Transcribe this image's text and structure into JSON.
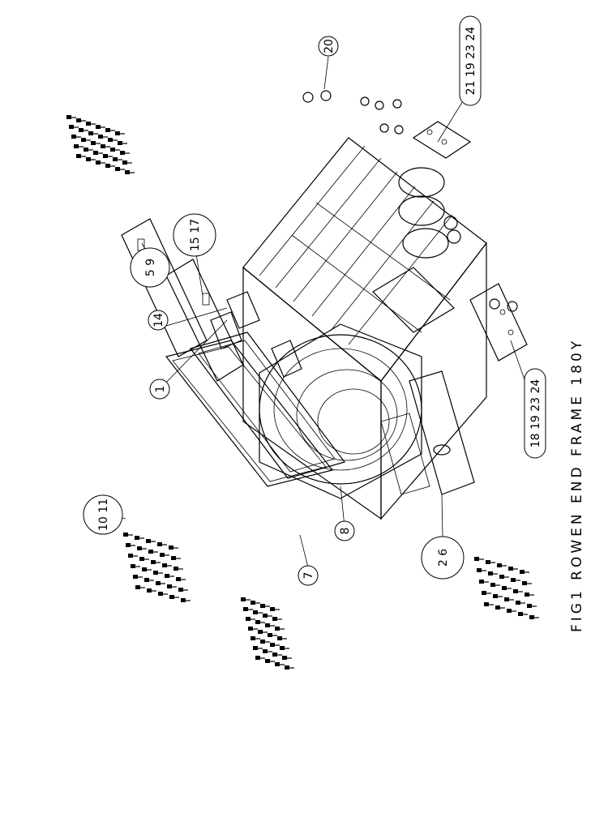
{
  "figure": {
    "caption": "FIG1 ROWEN END FRAME 180Y"
  },
  "callouts": [
    {
      "id": "callout-1",
      "label": "1"
    },
    {
      "id": "callout-2-6",
      "label": "2 6"
    },
    {
      "id": "callout-5-9",
      "label": "5 9"
    },
    {
      "id": "callout-7",
      "label": "7"
    },
    {
      "id": "callout-8",
      "label": "8"
    },
    {
      "id": "callout-10-11",
      "label": "10 11"
    },
    {
      "id": "callout-14",
      "label": "14"
    },
    {
      "id": "callout-15-17",
      "label": "15 17"
    },
    {
      "id": "callout-18-19-23-24",
      "label": "18 19 23 24"
    },
    {
      "id": "callout-20",
      "label": "20"
    },
    {
      "id": "callout-21-19-23-24",
      "label": "21 19 23 24"
    }
  ]
}
